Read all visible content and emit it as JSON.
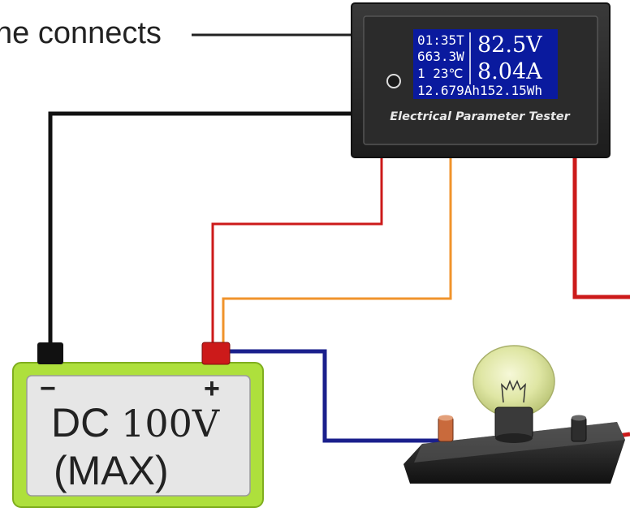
{
  "callout": {
    "text": "he connects"
  },
  "meter": {
    "display": {
      "time": "01:35T",
      "power": "663.3W",
      "channel_temp": "1  23℃",
      "capacity": "12.679Ah",
      "voltage": "82.5V",
      "current": "8.04A",
      "energy": "152.15Wh"
    },
    "brand_label": "Electrical Parameter Tester"
  },
  "battery": {
    "minus_label": "−",
    "plus_label": "+",
    "line1_prefix": "DC ",
    "line1_value": "100V",
    "line2": "(MAX)",
    "body_color": "#aee03c"
  },
  "wires": {
    "black": "#111111",
    "red": "#cc1a1a",
    "orange": "#f0932b",
    "navy": "#1a1f8c"
  }
}
